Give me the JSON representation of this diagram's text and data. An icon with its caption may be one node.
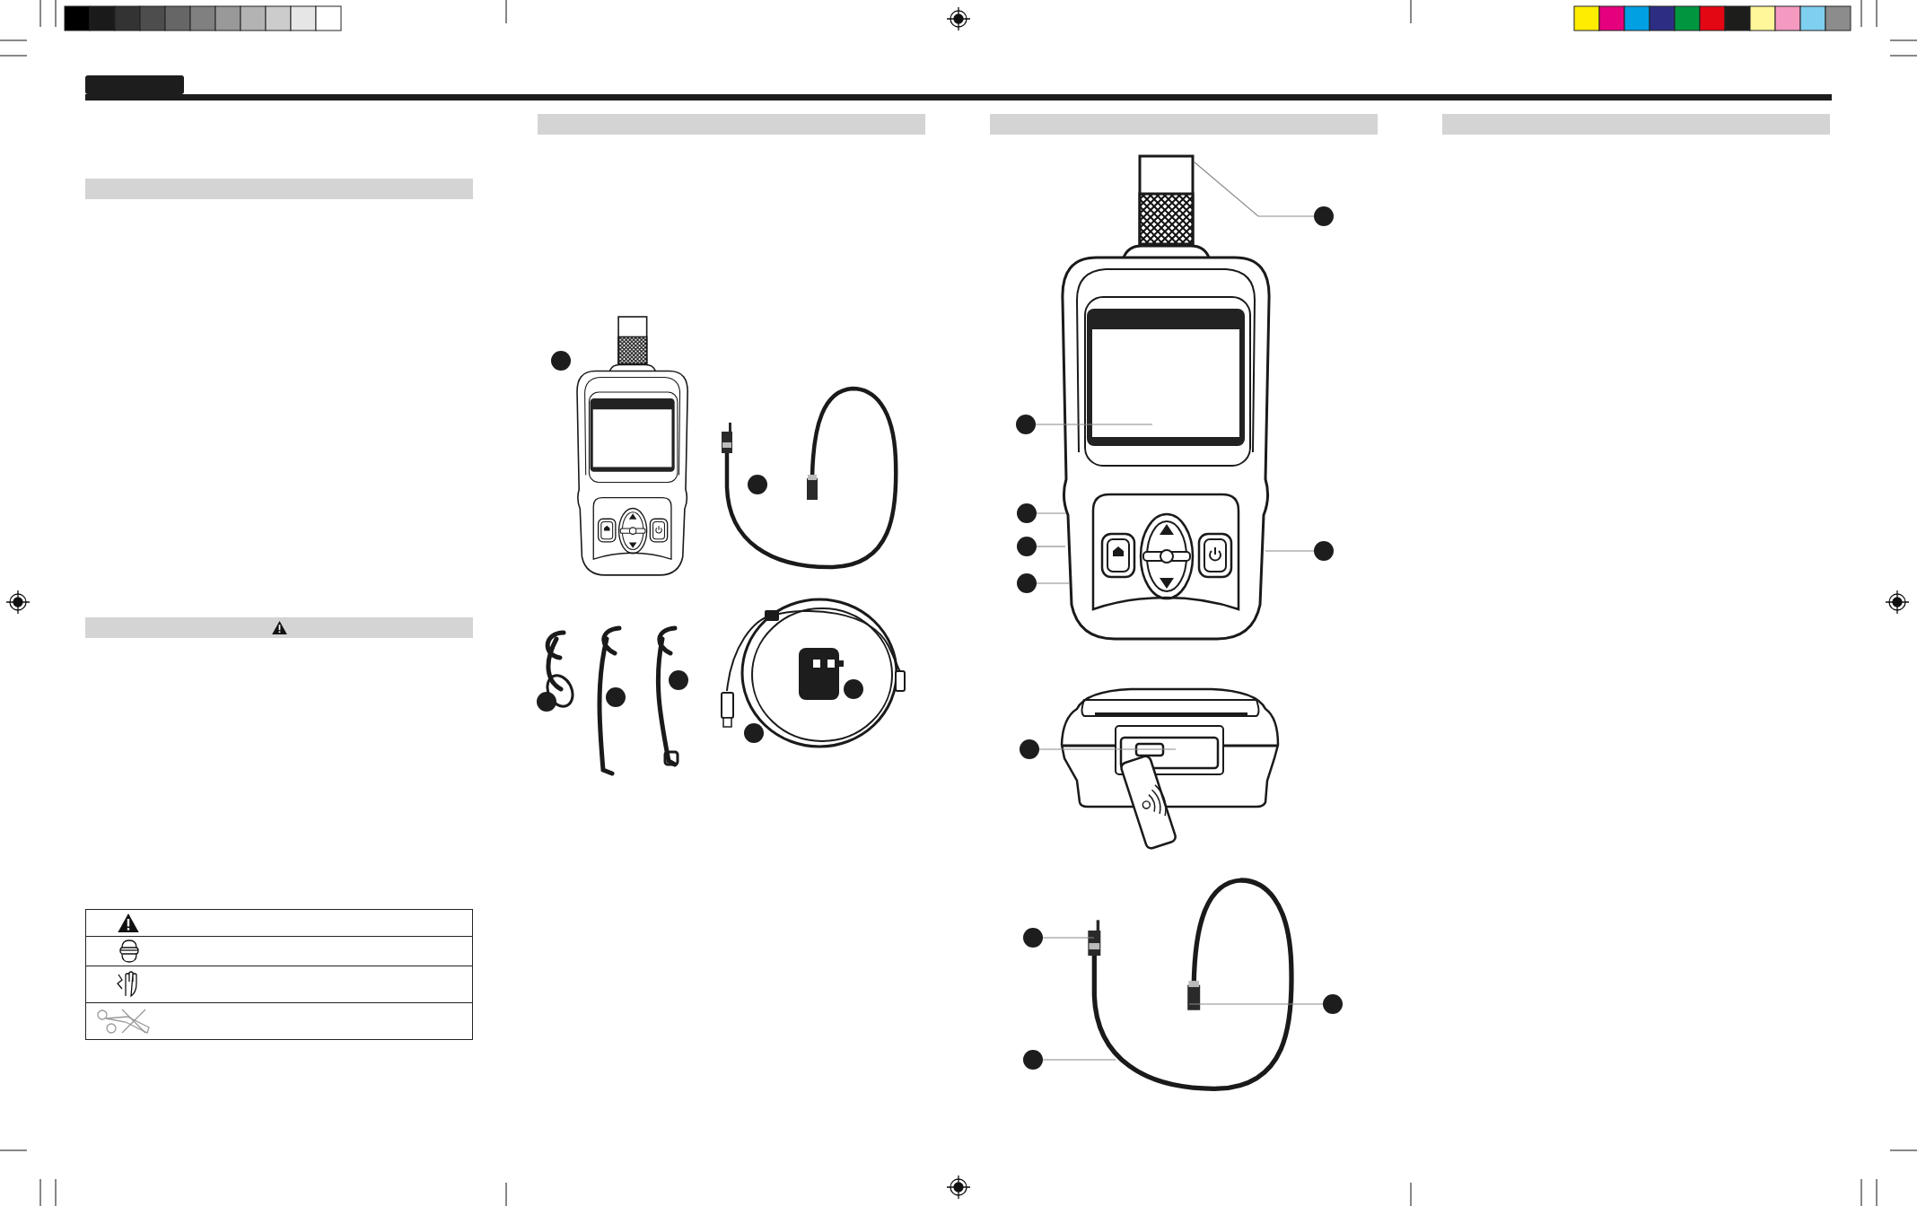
{
  "diagram": {
    "nodes": [
      {
        "text": [],
        "shape": "bar"
      },
      {
        "text": [],
        "shape": "bar"
      },
      {
        "text": [],
        "shape": "bar"
      },
      {
        "text": [],
        "shape": "bar"
      },
      {
        "text": [],
        "shape": "circle"
      },
      {
        "text": [],
        "shape": "circle"
      },
      {
        "text": [],
        "shape": "circle"
      },
      {
        "text": [],
        "shape": "circle"
      },
      {
        "text": [],
        "shape": "circle"
      },
      {
        "text": [],
        "shape": "circle"
      },
      {
        "text": [],
        "shape": "circle"
      },
      {
        "text": [],
        "shape": "bar"
      },
      {
        "text": [],
        "shape": "picture"
      },
      {
        "text": [],
        "shape": "circle"
      },
      {
        "text": [],
        "shape": "circle"
      },
      {
        "text": [],
        "shape": "circle"
      },
      {
        "text": [],
        "shape": "circle"
      },
      {
        "text": [],
        "shape": "circle"
      },
      {
        "text": [],
        "shape": "circle"
      },
      {
        "text": [],
        "shape": "circle"
      },
      {
        "text": [],
        "shape": "circle"
      },
      {
        "text": [],
        "shape": "circle"
      },
      {
        "text": [],
        "shape": "circle"
      },
      {
        "text": [],
        "shape": "bar"
      }
    ],
    "edges": [
      {
        "from": 13,
        "to": 12,
        "arrow": "none"
      },
      {
        "from": 14,
        "to": 12,
        "arrow": "none"
      },
      {
        "from": 15,
        "to": 12,
        "arrow": "none"
      },
      {
        "from": 16,
        "to": 12,
        "arrow": "none"
      },
      {
        "from": 17,
        "to": 12,
        "arrow": "none"
      },
      {
        "from": 18,
        "to": 12,
        "arrow": "none"
      },
      {
        "from": 19,
        "to": null,
        "arrow": "none"
      },
      {
        "from": 20,
        "to": null,
        "arrow": "none"
      },
      {
        "from": 21,
        "to": null,
        "arrow": "none"
      },
      {
        "from": 22,
        "to": null,
        "arrow": "none"
      }
    ]
  }
}
